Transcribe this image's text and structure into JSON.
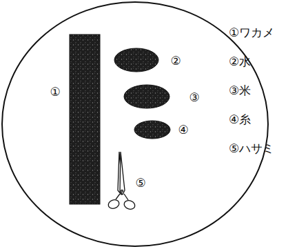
{
  "diagram": {
    "labels": [
      "①",
      "②",
      "③",
      "④",
      "⑤",
      "①ワカメ",
      "②水",
      "③米",
      "④糸",
      "⑤ハサミ"
    ]
  }
}
